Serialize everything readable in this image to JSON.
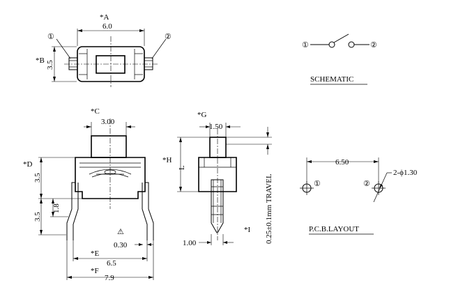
{
  "top_view": {
    "label_a": "*A",
    "width": "6.0",
    "label_b": "*B",
    "height": "3.5",
    "pin1": "①",
    "pin2": "②"
  },
  "schematic": {
    "pin1": "①",
    "pin2": "②",
    "title": "SCHEMATIC"
  },
  "front_view": {
    "label_c": "*C",
    "plunger_width": "3.00",
    "label_d": "*D",
    "upper_height": "3.5",
    "lower_height": "3.5",
    "inner_height": "1.8",
    "warning": "⚠",
    "lead_thickness": "0.30",
    "label_e": "*E",
    "pitch": "6.5",
    "label_f": "*F",
    "overall_width": "7.9"
  },
  "side_view": {
    "label_g": "*G",
    "plunger_depth": "1.50",
    "label_h": "*H",
    "height_l": "L",
    "travel": "0.25±0.1mm TRAVEL",
    "label_i": "*I",
    "lead_width": "1.00"
  },
  "pcb_layout": {
    "spacing": "6.50",
    "hole_spec": "2-ϕ1.30",
    "pin1": "①",
    "pin2": "②",
    "title": "P.C.B.LAYOUT"
  }
}
